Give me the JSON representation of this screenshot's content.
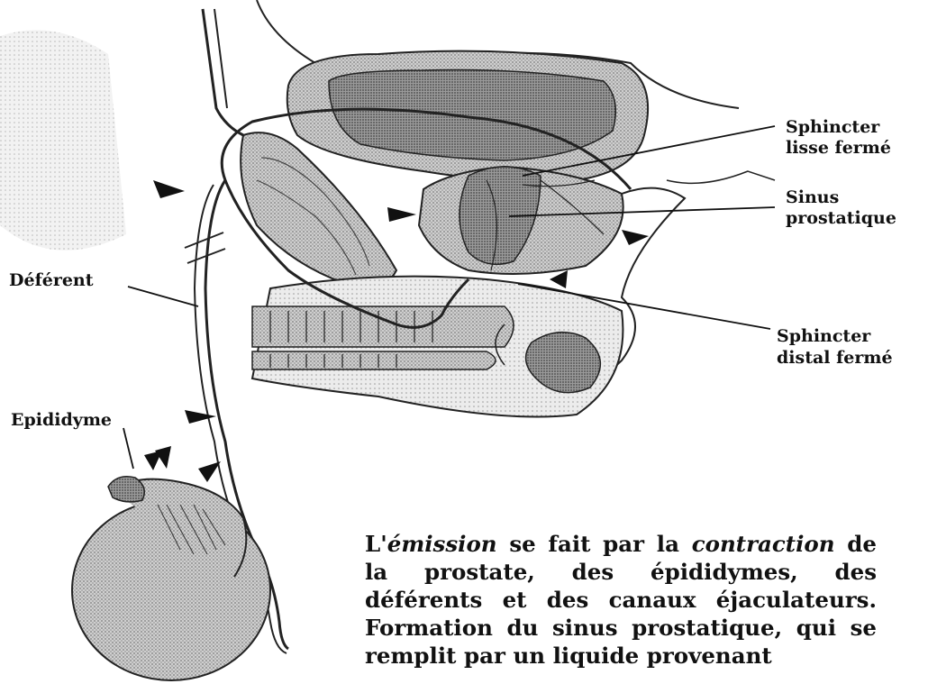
{
  "labels": {
    "sphincter_lisse_1": "Sphincter",
    "sphincter_lisse_2": "lisse fermé",
    "sinus_1": "Sinus",
    "sinus_2": "prostatique",
    "sphincter_distal_1": "Sphincter",
    "sphincter_distal_2": "distal fermé",
    "deferent": "Déférent",
    "epididyme": "Epididyme"
  },
  "caption": {
    "p1": "L'",
    "p2": "émission",
    "p3": " se fait par la ",
    "p4": "contraction",
    "p5": " de la prostate, des épididymes, des déférents et des canaux éjaculateurs. Formation du sinus prostatique, qui se remplit par un liquide provenant"
  },
  "colors": {
    "ink": "#111111",
    "tissue_light": "#d8d8d8",
    "tissue_mid": "#b4b4b4",
    "tissue_dark": "#8e8e8e"
  },
  "icons": [
    "arrowhead-icon"
  ]
}
